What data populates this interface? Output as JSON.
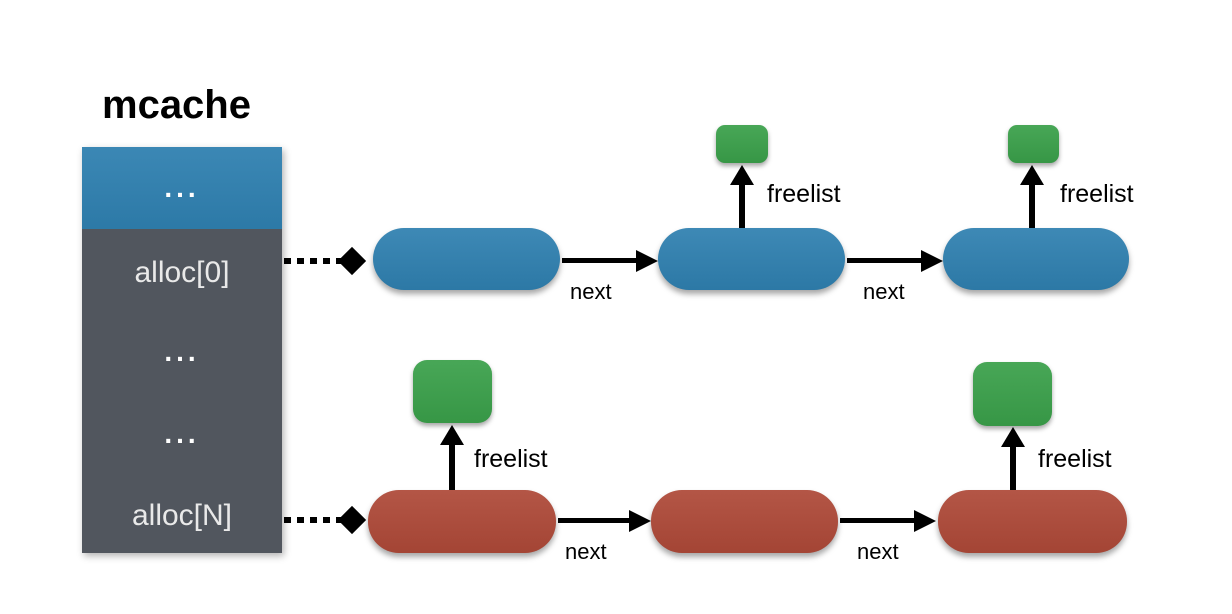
{
  "diagram": {
    "title": "mcache",
    "description_visible_text_only": ""
  },
  "mcache_table": {
    "rows": [
      {
        "label": "...",
        "kind": "blue-header"
      },
      {
        "label": "alloc[0]",
        "kind": "entry"
      },
      {
        "label": "...",
        "kind": "ellipsis"
      },
      {
        "label": "...",
        "kind": "ellipsis"
      },
      {
        "label": "alloc[N]",
        "kind": "entry"
      }
    ]
  },
  "top_list": {
    "source_row": "alloc[0]",
    "node_color": "#2f80b0",
    "nodes": [
      {
        "freelist_label": ""
      },
      {
        "freelist_label": "freelist"
      },
      {
        "freelist_label": "freelist"
      }
    ],
    "next_labels": [
      "next",
      "next"
    ]
  },
  "bottom_list": {
    "source_row": "alloc[N]",
    "node_color": "#ae4938",
    "nodes": [
      {
        "freelist_label": "freelist"
      },
      {
        "freelist_label": ""
      },
      {
        "freelist_label": "freelist"
      }
    ],
    "next_labels": [
      "next",
      "next"
    ]
  },
  "colors": {
    "span_blue": "#2f80b0",
    "span_red": "#ae4938",
    "freelist_green": "#3aa04a",
    "table_gray": "#51565e",
    "arrow_black": "#000000"
  }
}
